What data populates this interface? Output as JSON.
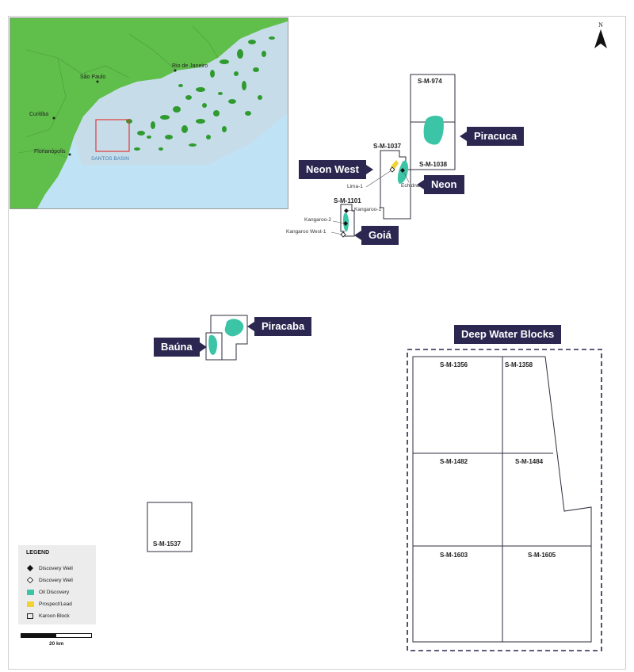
{
  "inset_map": {
    "cities": [
      {
        "name": "Rio de Janeiro"
      },
      {
        "name": "São Paulo"
      },
      {
        "name": "Curitiba"
      },
      {
        "name": "Florianópolis"
      }
    ],
    "basin_label": "SANTOS BASIN",
    "colors": {
      "land": "#5fbf4a",
      "sea": "#bfe3f5",
      "fields": "#2f9b2f",
      "basin": "#c7dbe8",
      "box": "#e03a3a"
    }
  },
  "callouts": {
    "piracuca": "Piracuca",
    "neon_west": "Neon West",
    "neon": "Neon",
    "goia": "Goiá",
    "piracaba": "Piracaba",
    "bauna": "Baúna",
    "deep_water": "Deep Water Blocks"
  },
  "blocks": {
    "sm974": "S-M-974",
    "sm1037": "S-M-1037",
    "sm1038": "S-M-1038",
    "sm1101": "S-M-1101",
    "sm1356": "S-M-1356",
    "sm1358": "S-M-1358",
    "sm1482": "S-M-1482",
    "sm1484": "S-M-1484",
    "sm1603": "S-M-1603",
    "sm1605": "S-M-1605",
    "sm1537": "S-M-1537"
  },
  "wells": {
    "lima": "Lima-1",
    "echidna": "Echidna-1",
    "kangaroo1": "Kangaroo-1",
    "kangaroo2": "Kangaroo-2",
    "kangaroo_west": "Kangaroo West-1"
  },
  "legend": {
    "title": "LEGEND",
    "items": [
      {
        "label": "Discovery Well",
        "icon": "filled-diamond-icon"
      },
      {
        "label": "Discovery Well",
        "icon": "hollow-diamond-icon"
      },
      {
        "label": "Oil Discovery",
        "icon": "teal-square-icon"
      },
      {
        "label": "Prospect/Lead",
        "icon": "yellow-square-icon"
      },
      {
        "label": "Karoon Block",
        "icon": "outline-square-icon"
      }
    ]
  },
  "scale_bar": {
    "label": "20 km"
  },
  "north_arrow": {
    "label": "N"
  },
  "colors": {
    "callout": "#2c2750",
    "oil": "#3cc4a6",
    "prospect": "#f2d230",
    "block_line": "#2d2d3d",
    "deep_water_border": "#2c2750"
  }
}
